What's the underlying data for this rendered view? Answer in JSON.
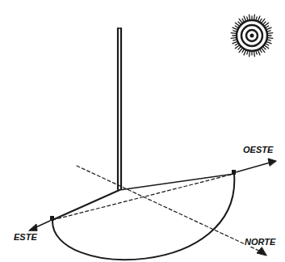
{
  "diagram": {
    "labels": [
      "OESTE",
      "ESTE",
      "NORTE"
    ]
  }
}
